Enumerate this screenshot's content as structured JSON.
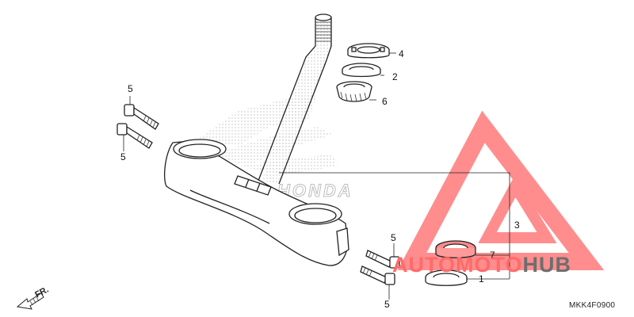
{
  "callouts": {
    "n4": "4",
    "n2": "2",
    "n6": "6",
    "n5_bolt_top": "5",
    "n5_bolt_mid": "5",
    "n3": "3",
    "n7": "7",
    "n1": "1",
    "n5_lower_top": "5",
    "n5_lower_bottom": "5"
  },
  "direction_label": "FR.",
  "diagram_code": "MKK4F0900",
  "watermark": {
    "part1": "AUTO",
    "part2": "MOTO",
    "part3": "HUB",
    "red": "#ff6a6a",
    "grey": "#6e6e6e"
  },
  "background_logo_text": "HONDA"
}
